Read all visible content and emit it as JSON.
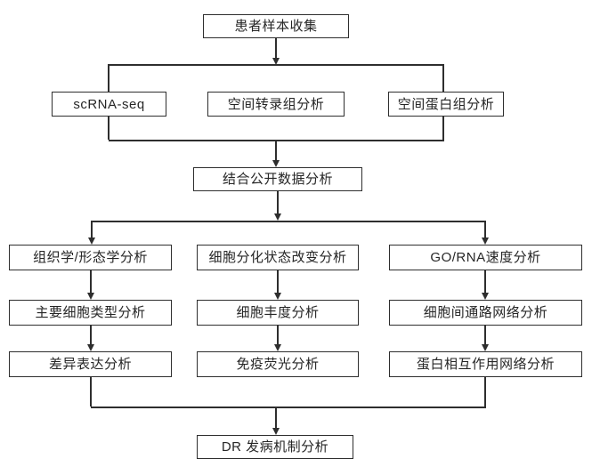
{
  "diagram": {
    "type": "flowchart",
    "nodes": {
      "patient_sample_collection": "患者样本收集",
      "scrna_seq": "scRNA-seq",
      "spatial_transcriptomics": "空间转录组分析",
      "spatial_proteomics": "空间蛋白组分析",
      "public_data_integration": "结合公开数据分析",
      "histology_morphology": "组织学/形态学分析",
      "main_cell_type": "主要细胞类型分析",
      "differential_expression": "差异表达分析",
      "cell_differentiation_state": "细胞分化状态改变分析",
      "cell_abundance": "细胞丰度分析",
      "immunofluorescence": "免疫荧光分析",
      "go_rna_velocity": "GO/RNA速度分析",
      "intercellular_pathway_network": "细胞间通路网络分析",
      "protein_interaction_network": "蛋白相互作用网络分析",
      "dr_pathogenesis": "DR 发病机制分析"
    },
    "edges": [
      "患者样本收集 -> [scRNA-seq, 空间转录组分析, 空间蛋白组分析]",
      "[scRNA-seq, 空间转录组分析, 空间蛋白组分析] -> 结合公开数据分析",
      "结合公开数据分析 -> [组织学/形态学分析, 细胞分化状态改变分析, GO/RNA速度分析]",
      "组织学/形态学分析 -> 主要细胞类型分析 -> 差异表达分析",
      "细胞分化状态改变分析 -> 细胞丰度分析 -> 免疫荧光分析",
      "GO/RNA速度分析 -> 细胞间通路网络分析 -> 蛋白相互作用网络分析",
      "[差异表达分析, 免疫荧光分析, 蛋白相互作用网络分析] -> DR 发病机制分析"
    ],
    "colors": {
      "background": "#ffffff",
      "line": "#2e2e2e",
      "box_border": "#2e2e2e",
      "box_fill": "#ffffff",
      "text": "#262626"
    }
  }
}
